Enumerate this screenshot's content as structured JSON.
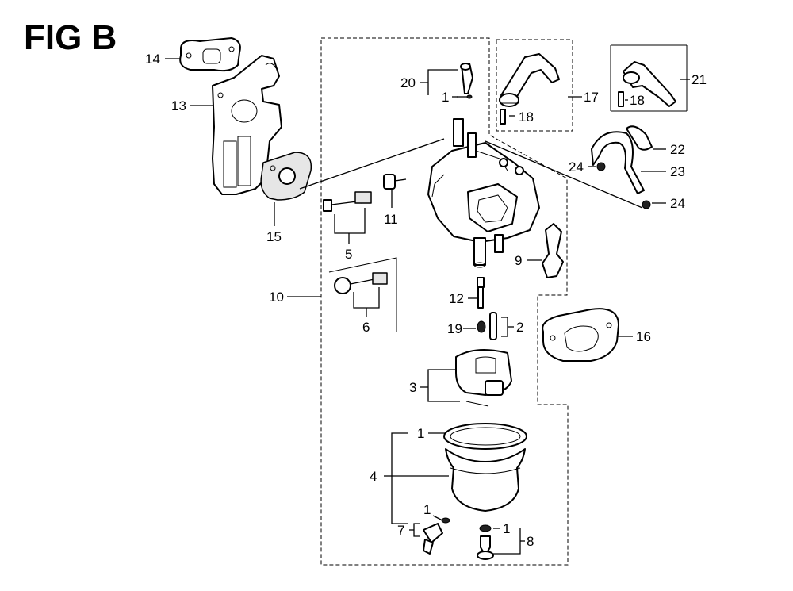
{
  "figure_title": "FIG B",
  "callouts": {
    "c1a": "1",
    "c1b": "1",
    "c1c": "1",
    "c1d": "1",
    "c2": "2",
    "c3": "3",
    "c4": "4",
    "c5": "5",
    "c6": "6",
    "c7": "7",
    "c8": "8",
    "c9": "9",
    "c10": "10",
    "c11": "11",
    "c12": "12",
    "c13": "13",
    "c14": "14",
    "c15": "15",
    "c16": "16",
    "c17": "17",
    "c18a": "18",
    "c18b": "18",
    "c19": "19",
    "c20": "20",
    "c21": "21",
    "c22": "22",
    "c23": "23",
    "c24a": "24",
    "c24b": "24"
  },
  "colors": {
    "ink": "#000000",
    "paper": "#ffffff",
    "shade": "#e6e6e6"
  }
}
